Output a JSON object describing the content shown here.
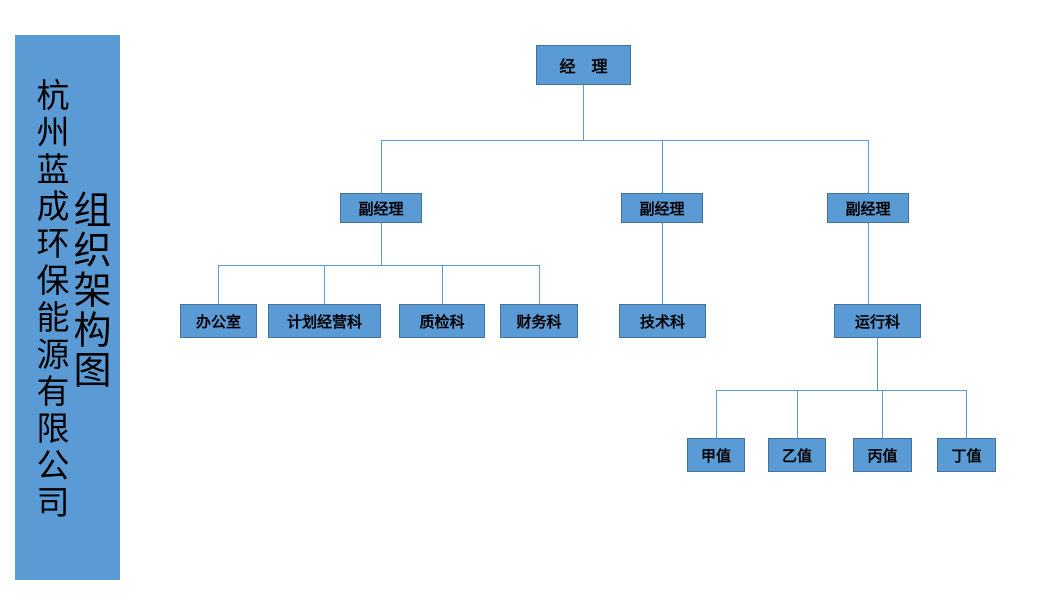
{
  "sidebar": {
    "company_name": "杭州蓝成环保能源有限公司",
    "chart_title": "组织架构图"
  },
  "org_chart": {
    "manager": "经　理",
    "deputies": [
      "副经理",
      "副经理",
      "副经理"
    ],
    "departments": {
      "office": "办公室",
      "planning": "计划经营科",
      "quality": "质检科",
      "finance": "财务科",
      "technology": "技术科",
      "operations": "运行科"
    },
    "shifts": [
      "甲值",
      "乙值",
      "丙值",
      "丁值"
    ]
  },
  "colors": {
    "box_fill": "#5b9bd5",
    "box_border": "#41719c",
    "connector_line": "#5b9bd5",
    "sidebar_fill": "#5b9bd5",
    "text": "#000000"
  }
}
